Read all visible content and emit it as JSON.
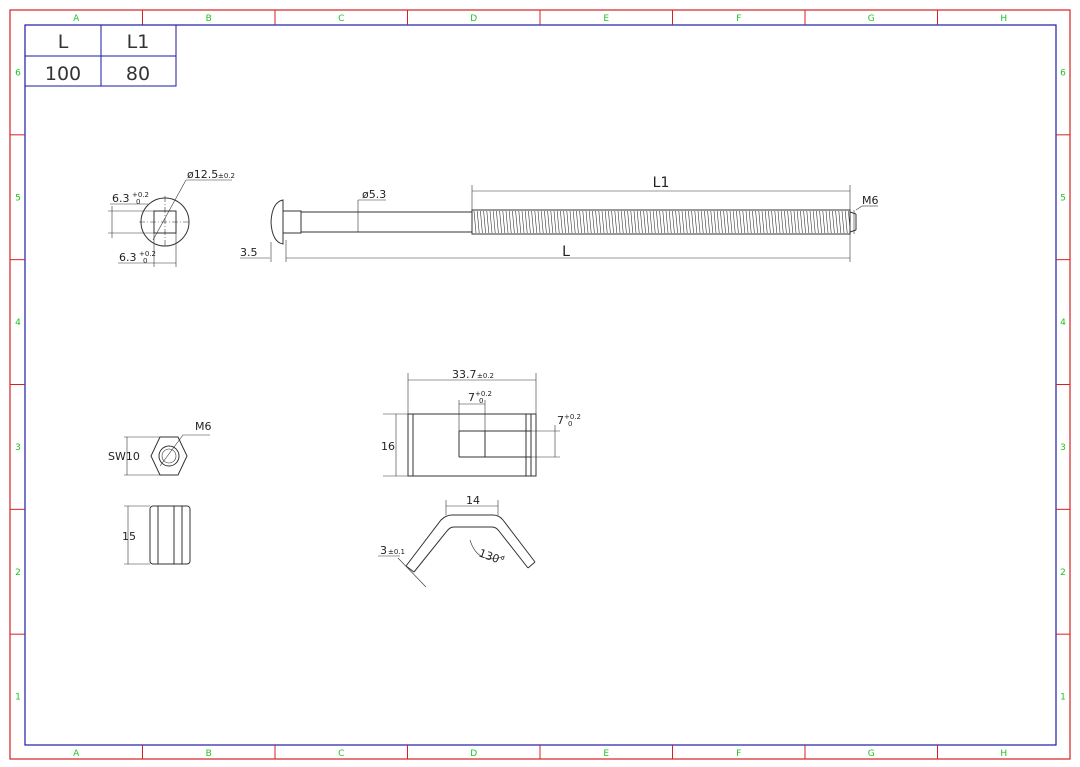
{
  "zones": {
    "columns": [
      "A",
      "B",
      "C",
      "D",
      "E",
      "F",
      "G",
      "H"
    ],
    "rows": [
      "6",
      "5",
      "4",
      "3",
      "2",
      "1"
    ]
  },
  "colors": {
    "frame": "#d42020",
    "border": "#1a1aa8",
    "zone_label": "#22c422",
    "line": "#333333"
  },
  "table": {
    "headers": [
      "L",
      "L1"
    ],
    "values": [
      "100",
      "80"
    ]
  },
  "dims": {
    "head_dia": "ø12.5",
    "head_dia_tol": "±0.2",
    "sq_top": "6.3",
    "sq_top_tol_up": "+0.2",
    "sq_top_tol_dn": "0",
    "sq_bottom": "6.3",
    "sq_bottom_tol_up": "+0.2",
    "sq_bottom_tol_dn": "0",
    "shank_dia": "ø5.3",
    "head_height": "3.5",
    "thread_len": "L1",
    "total_len": "L",
    "thread": "M6",
    "nut_thread": "M6",
    "nut_af": "SW10",
    "nut_height": "15",
    "block_len": "33.7",
    "block_len_tol": "±0.2",
    "slot_w": "7",
    "slot_w_tol_up": "+0.2",
    "slot_w_tol_dn": "0",
    "slot_h": "7",
    "slot_h_tol_up": "+0.2",
    "slot_h_tol_dn": "0",
    "block_h": "16",
    "bracket_top": "14",
    "bracket_thk": "3",
    "bracket_thk_tol": "±0.1",
    "bracket_angle": "130°"
  }
}
